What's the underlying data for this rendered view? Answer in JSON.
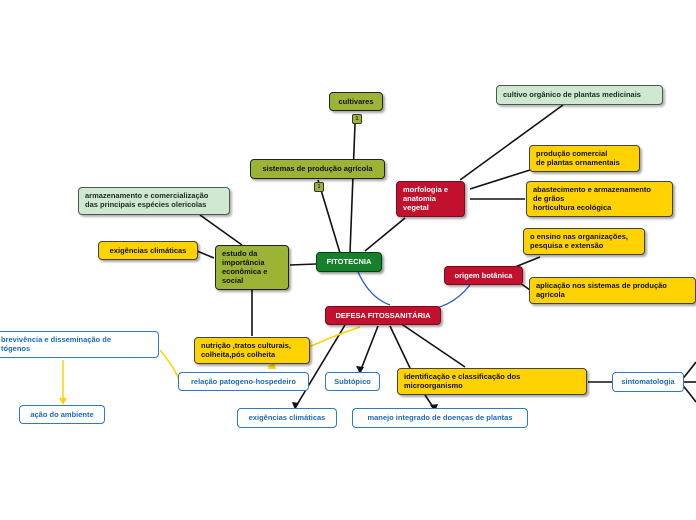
{
  "central": "FITOTECNIA",
  "nodes": {
    "cultivares": "cultivares",
    "sistemas_producao": "sistemas de produção agrícola",
    "armazenamento": "armazenamento e comercialização\ndas principais espécies olericolas",
    "exigencias_top": "exigências climáticas",
    "estudo": "estudo da\nimportância\neconômica e\nsocial",
    "nutricao": "nutrição ,tratos culturais,\ncolheita,pós colheita",
    "morfologia": "morfologia e\nanatomia\nvegetal",
    "cultivo_organico": "cultivo orgânico de plantas medicinais",
    "producao_comercial": "produção comercial\n  de plantas ornamentais",
    "abastecimento": "abastecimento e armazenamento\nde grãos\nhorticultura ecológica",
    "ensino": "o ensino nas organizações,\npesquisa e extensão",
    "origem_botanica": "origem botânica",
    "aplicacao": "aplicação nos sistemas de produção\nagrícola",
    "defesa": "DEFESA FITOSSANITÁRIA",
    "sobrevivencia": "brevivência e disseminação de\ntógenos",
    "acao_ambiente": "ação do ambiente",
    "relacao": "relação patogeno-hospedeiro",
    "subtopico": "Subtópico",
    "exigencias_bottom": "exigências climáticas",
    "identificacao": "identificação e classificação dos\nmicroorganismo",
    "manejo": "manejo integrado de doenças de plantas",
    "sintomatologia": "sintomatologia"
  },
  "badges": {
    "cultivares_count": "1",
    "sistemas_count": "1"
  },
  "colors": {
    "olive": "#9bb436",
    "mint": "#cfe8d2",
    "yellow": "#ffd200",
    "red": "#c2102f",
    "central_green": "#17802c",
    "outline_blue": "#2a7ac7"
  }
}
